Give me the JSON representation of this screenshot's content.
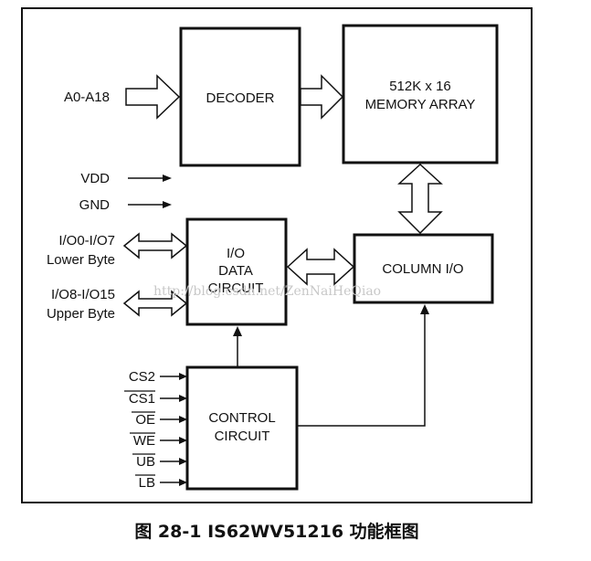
{
  "blocks": {
    "decoder": "DECODER",
    "memory_array": [
      "512K x 16",
      "MEMORY ARRAY"
    ],
    "io_data_circuit": [
      "I/O",
      "DATA",
      "CIRCUIT"
    ],
    "column_io": "COLUMN I/O",
    "control_circuit": [
      "CONTROL",
      "CIRCUIT"
    ]
  },
  "pins": {
    "address": "A0-A18",
    "vdd": "VDD",
    "gnd": "GND",
    "io_lower": [
      "I/O0-I/O7",
      "Lower Byte"
    ],
    "io_upper": [
      "I/O8-I/O15",
      "Upper Byte"
    ],
    "control": [
      {
        "label": "CS2",
        "overbar": false
      },
      {
        "label": "CS1",
        "overbar": true
      },
      {
        "label": "OE",
        "overbar": true
      },
      {
        "label": "WE",
        "overbar": true
      },
      {
        "label": "UB",
        "overbar": true
      },
      {
        "label": "LB",
        "overbar": true
      }
    ]
  },
  "watermark": "http://blog.csdn.net/ZenNaiHeQiao",
  "caption": "图  28-1 IS62WV51216 功能框图"
}
